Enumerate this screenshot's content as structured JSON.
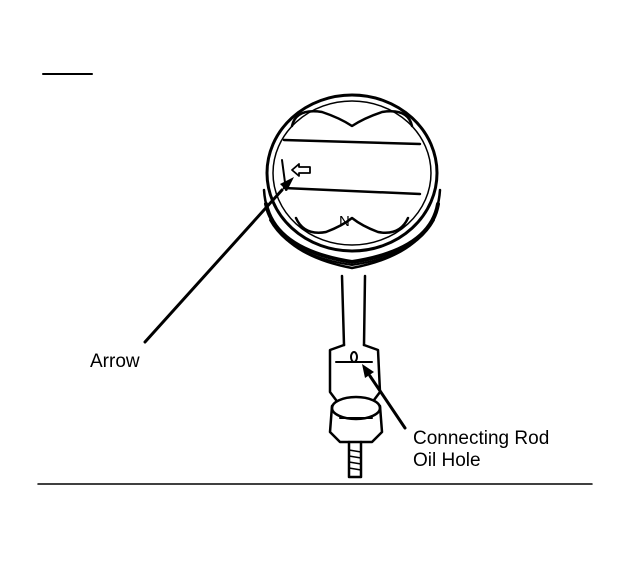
{
  "diagram": {
    "piston_mark": "N",
    "callouts": {
      "arrow": "Arrow",
      "oil_hole_line1": "Connecting Rod",
      "oil_hole_line2": "Oil Hole"
    }
  }
}
